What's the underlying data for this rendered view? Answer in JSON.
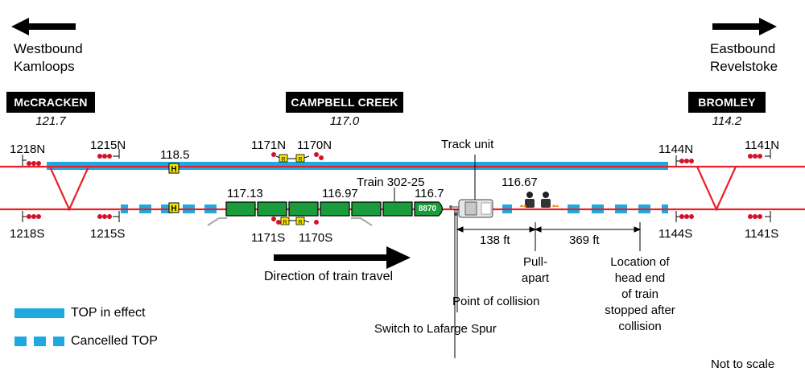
{
  "directions": {
    "west_line1": "Westbound",
    "west_line2": "Kamloops",
    "east_line1": "Eastbound",
    "east_line2": "Revelstoke"
  },
  "stations": [
    {
      "name": "McCRACKEN",
      "mile": "121.7"
    },
    {
      "name": "CAMPBELL CREEK",
      "mile": "117.0"
    },
    {
      "name": "BROMLEY",
      "mile": "114.2"
    }
  ],
  "signals": {
    "s1218N": "1218N",
    "s1215N": "1215N",
    "s1171N": "1171N",
    "s1170N": "1170N",
    "s1144N": "1144N",
    "s1141N": "1141N",
    "s1218S": "1218S",
    "s1215S": "1215S",
    "s1171S": "1171S",
    "s1170S": "1170S",
    "s1144S": "1144S",
    "s1141S": "1141S"
  },
  "mileposts": {
    "m118_5": "118.5",
    "m117_13": "117.13",
    "m116_97": "116.97",
    "m116_7": "116.7",
    "m116_67": "116.67"
  },
  "labels": {
    "track_unit": "Track unit",
    "train_id": "Train 302-25",
    "loco_number": "8870",
    "h_sign": "H",
    "dist_138": "138 ft",
    "dist_369": "369 ft",
    "pull_apart": [
      "Pull-",
      "apart"
    ],
    "head_end": [
      "Location of",
      "head end",
      "of train",
      "stopped after",
      "collision"
    ],
    "point_of_collision": "Point of collision",
    "switch": "Switch to Lafarge Spur",
    "direction_travel": "Direction of train travel",
    "not_to_scale": "Not to scale"
  },
  "legend": {
    "top_in_effect": "TOP in effect",
    "cancelled_top": "Cancelled TOP"
  },
  "colors": {
    "track": "#e8202a",
    "top": "#1fa9e1",
    "train": "#1a9b3c",
    "signal": "#d3122a",
    "station_bg": "#000000",
    "h_sign": "#f5e800"
  }
}
